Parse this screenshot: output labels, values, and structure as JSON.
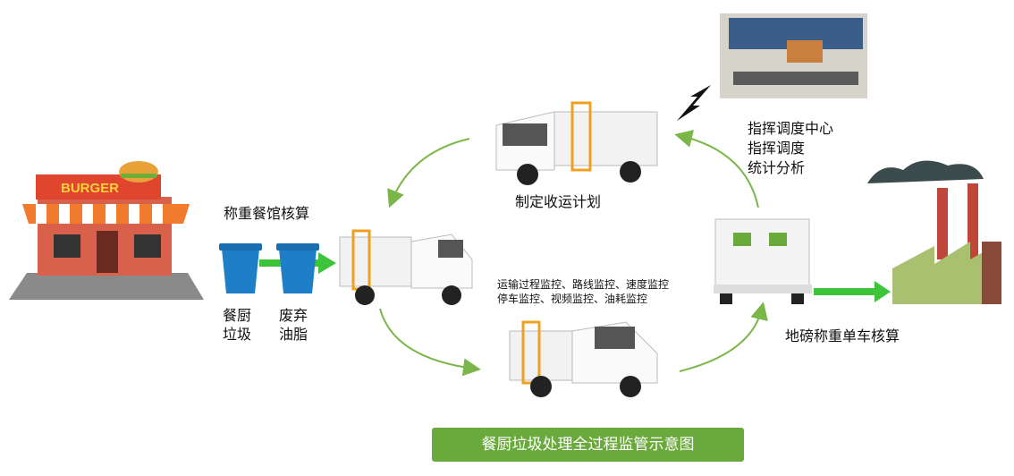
{
  "labels": {
    "restaurant_weighing": "称重餐馆核算",
    "kitchen_waste": [
      "餐厨",
      "垃圾"
    ],
    "waste_oil": [
      "废弃",
      "油脂"
    ],
    "collection_plan": "制定收运计划",
    "monitoring": [
      "运输过程监控、路线监控、速度监控",
      "停车监控、视频监控、油耗监控"
    ],
    "dispatch_center": [
      "指挥调度中心",
      "指挥调度",
      "统计分析"
    ],
    "weighbridge": "地磅称重单车核算",
    "store_sign": "BURGER"
  },
  "title_button": "餐厨垃圾处理全过程监管示意图",
  "colors": {
    "arrow": "#7ab648",
    "green_arrow": "#3ec43a",
    "title_bg": "#6aa93c",
    "bin": "#1e7fc8"
  }
}
